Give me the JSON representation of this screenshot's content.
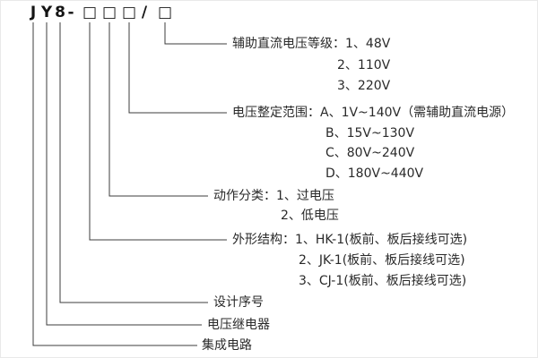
{
  "model": {
    "chars": [
      "J",
      "Y",
      "8",
      "-",
      "□",
      "□",
      "□",
      "/",
      "□"
    ]
  },
  "entries": {
    "aux_dc_voltage": {
      "main": "辅助直流电压等级：1、48V",
      "subs": [
        "2、110V",
        "3、220V"
      ]
    },
    "voltage_setting_range": {
      "main": "电压整定范围：A、1V~140V（需辅助直流电源）",
      "subs": [
        "B、15V~130V",
        "C、80V~240V",
        "D、180V~440V"
      ]
    },
    "action_class": {
      "main": "动作分类：1、过电压",
      "subs": [
        "2、低电压"
      ]
    },
    "shape_structure": {
      "main": "外形结构：1、HK-1(板前、板后接线可选)",
      "subs": [
        "2、JK-1(板前、板后接线可选)",
        "3、CJ-1(板前、板后接线可选)"
      ]
    },
    "design_serial": {
      "main": "设计序号"
    },
    "voltage_relay": {
      "main": "电压继电器"
    },
    "integrated_circuit": {
      "main": "集成电路"
    }
  }
}
